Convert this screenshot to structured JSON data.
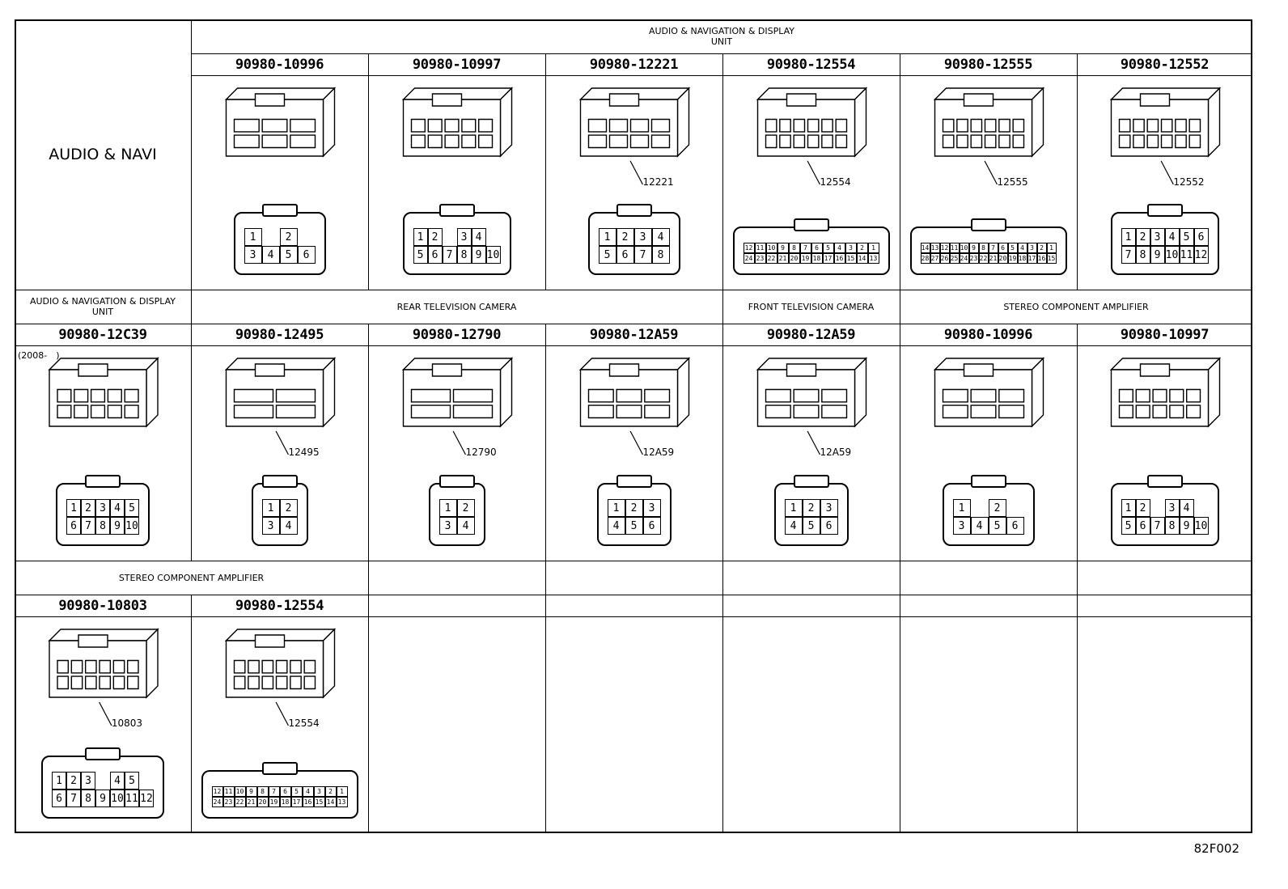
{
  "title": "AUDIO & NAVI",
  "figure_code": "82F002",
  "rows": [
    {
      "groups": [
        {
          "label": "AUDIO & NAVIGATION & DISPLAY\nUNIT",
          "span": 6
        }
      ],
      "parts": [
        {
          "no": "90980-10996",
          "ref": "",
          "pins": [
            [
              1,
              "",
              2
            ],
            [
              3,
              4,
              5,
              6
            ]
          ]
        },
        {
          "no": "90980-10997",
          "ref": "",
          "pins": [
            [
              1,
              2,
              "",
              3,
              4
            ],
            [
              5,
              6,
              7,
              8,
              9,
              10
            ]
          ]
        },
        {
          "no": "90980-12221",
          "ref": "12221",
          "pins": [
            [
              1,
              2,
              3,
              4
            ],
            [
              5,
              6,
              7,
              8
            ]
          ]
        },
        {
          "no": "90980-12554",
          "ref": "12554",
          "pins": [
            [
              12,
              11,
              10,
              9,
              8,
              7,
              6,
              5,
              4,
              3,
              2,
              1
            ],
            [
              24,
              23,
              22,
              21,
              20,
              19,
              18,
              17,
              16,
              15,
              14,
              13
            ]
          ]
        },
        {
          "no": "90980-12555",
          "ref": "12555",
          "pins": [
            [
              14,
              13,
              12,
              11,
              10,
              9,
              8,
              7,
              6,
              5,
              4,
              3,
              2,
              1
            ],
            [
              28,
              27,
              26,
              25,
              24,
              23,
              22,
              21,
              20,
              19,
              18,
              17,
              16,
              15
            ]
          ]
        },
        {
          "no": "90980-12552",
          "ref": "12552",
          "pins": [
            [
              1,
              2,
              3,
              4,
              5,
              6
            ],
            [
              7,
              8,
              9,
              10,
              11,
              12
            ]
          ]
        }
      ]
    },
    {
      "groups": [
        {
          "label": "AUDIO & NAVIGATION & DISPLAY\nUNIT",
          "span": 1
        },
        {
          "label": "REAR TELEVISION CAMERA",
          "span": 3
        },
        {
          "label": "FRONT TELEVISION CAMERA",
          "span": 1
        },
        {
          "label": "STEREO COMPONENT AMPLIFIER",
          "span": 2
        }
      ],
      "parts": [
        {
          "no": "90980-12C39",
          "ref": "",
          "note": "(2008-　)",
          "pins": [
            [
              1,
              2,
              3,
              4,
              5
            ],
            [
              6,
              7,
              8,
              9,
              10
            ]
          ]
        },
        {
          "no": "90980-12495",
          "ref": "12495",
          "pins": [
            [
              1,
              2
            ],
            [
              3,
              4
            ]
          ]
        },
        {
          "no": "90980-12790",
          "ref": "12790",
          "pins": [
            [
              1,
              2
            ],
            [
              3,
              4
            ]
          ]
        },
        {
          "no": "90980-12A59",
          "ref": "12A59",
          "pins": [
            [
              1,
              2,
              3
            ],
            [
              4,
              5,
              6
            ]
          ]
        },
        {
          "no": "90980-12A59",
          "ref": "12A59",
          "pins": [
            [
              1,
              2,
              3
            ],
            [
              4,
              5,
              6
            ]
          ]
        },
        {
          "no": "90980-10996",
          "ref": "",
          "pins": [
            [
              1,
              "",
              2
            ],
            [
              3,
              4,
              5,
              6
            ]
          ]
        },
        {
          "no": "90980-10997",
          "ref": "",
          "pins": [
            [
              1,
              2,
              "",
              3,
              4
            ],
            [
              5,
              6,
              7,
              8,
              9,
              10
            ]
          ]
        }
      ]
    },
    {
      "groups": [
        {
          "label": "STEREO COMPONENT AMPLIFIER",
          "span": 2
        },
        {
          "label": "",
          "span": 1
        },
        {
          "label": "",
          "span": 1
        },
        {
          "label": "",
          "span": 1
        },
        {
          "label": "",
          "span": 1
        },
        {
          "label": "",
          "span": 1
        }
      ],
      "parts": [
        {
          "no": "90980-10803",
          "ref": "10803",
          "pins": [
            [
              1,
              2,
              3,
              "",
              4,
              5
            ],
            [
              6,
              7,
              8,
              9,
              10,
              11,
              12
            ]
          ]
        },
        {
          "no": "90980-12554",
          "ref": "12554",
          "pins": [
            [
              12,
              11,
              10,
              9,
              8,
              7,
              6,
              5,
              4,
              3,
              2,
              1
            ],
            [
              24,
              23,
              22,
              21,
              20,
              19,
              18,
              17,
              16,
              15,
              14,
              13
            ]
          ]
        },
        {
          "no": "",
          "ref": "",
          "pins": []
        },
        {
          "no": "",
          "ref": "",
          "pins": []
        },
        {
          "no": "",
          "ref": "",
          "pins": []
        },
        {
          "no": "",
          "ref": "",
          "pins": []
        },
        {
          "no": "",
          "ref": "",
          "pins": []
        }
      ]
    }
  ]
}
